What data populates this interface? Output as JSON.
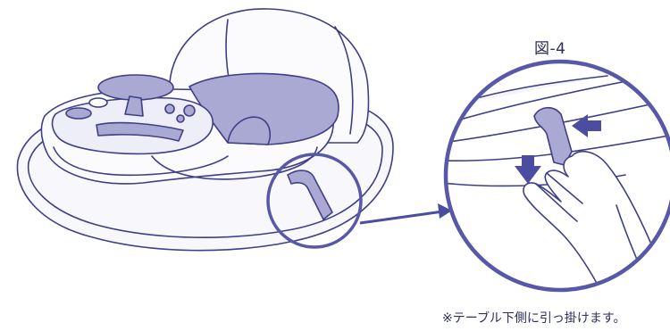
{
  "figure": {
    "label": "図-4",
    "caption": "※テーブル下側に引っ掛けます。"
  },
  "colors": {
    "line": "#3e3f86",
    "accent_fill": "#a9a9d4",
    "light_fill": "#f4f4fa",
    "detail_ring": "#5758a8",
    "pointer": "#4b4ea0"
  },
  "icons": [
    "baby-walker-illustration",
    "detail-magnifier-circle",
    "pointer-arrow",
    "push-direction-arrow",
    "hand-illustration"
  ]
}
